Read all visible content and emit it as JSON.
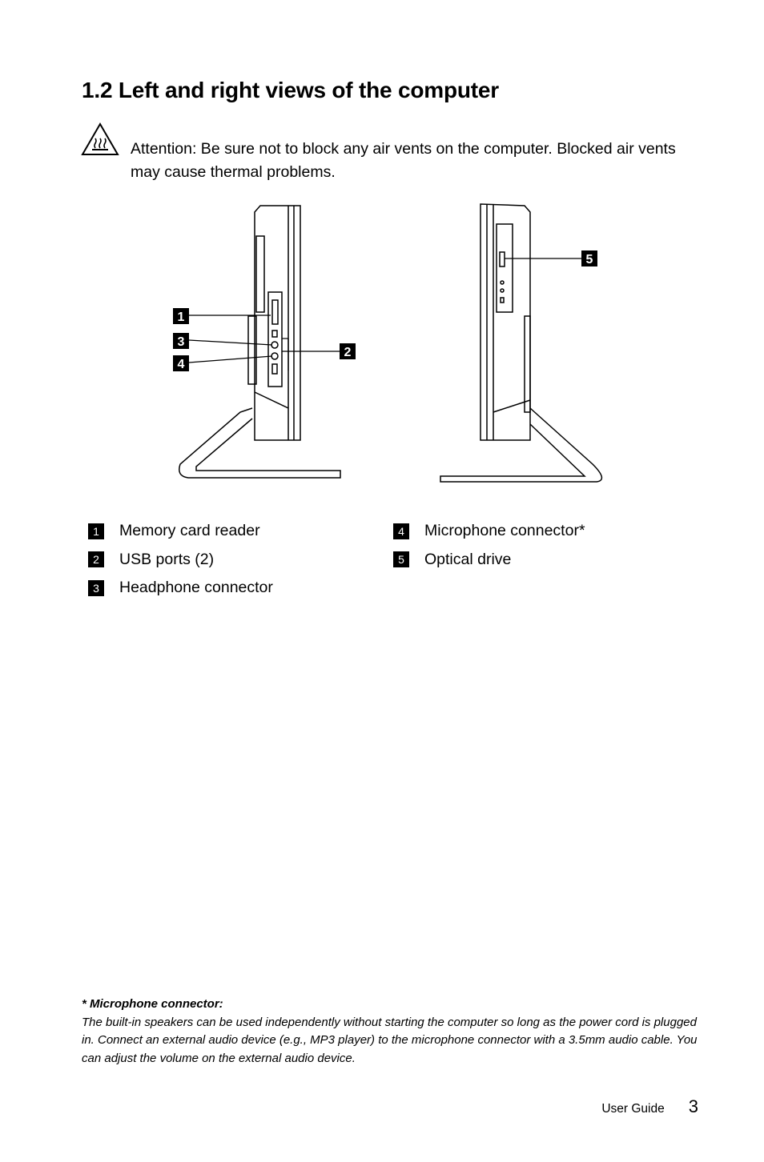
{
  "page": {
    "title": "1.2 Left and right views of the computer",
    "attention": {
      "label": "Attention:",
      "text": " Be sure not to block any air vents on the computer. Blocked air vents may cause thermal problems."
    },
    "callouts": [
      "1",
      "2",
      "3",
      "4",
      "5"
    ],
    "legend": {
      "left": [
        {
          "num": "1",
          "label": "Memory card reader"
        },
        {
          "num": "2",
          "label": "USB ports (2)"
        },
        {
          "num": "3",
          "label": "Headphone connector"
        }
      ],
      "right": [
        {
          "num": "4",
          "label": "Microphone connector*"
        },
        {
          "num": "5",
          "label": "Optical drive"
        }
      ]
    },
    "footnote": {
      "title": "* Microphone connector:",
      "body": "The built-in speakers can be used independently without starting the computer so long as the power cord is plugged in. Connect an external audio device (e.g., MP3 player) to the microphone connector with a 3.5mm audio cable. You can adjust the volume on the external audio device."
    },
    "footer": {
      "label": "User Guide",
      "page_number": "3"
    }
  }
}
